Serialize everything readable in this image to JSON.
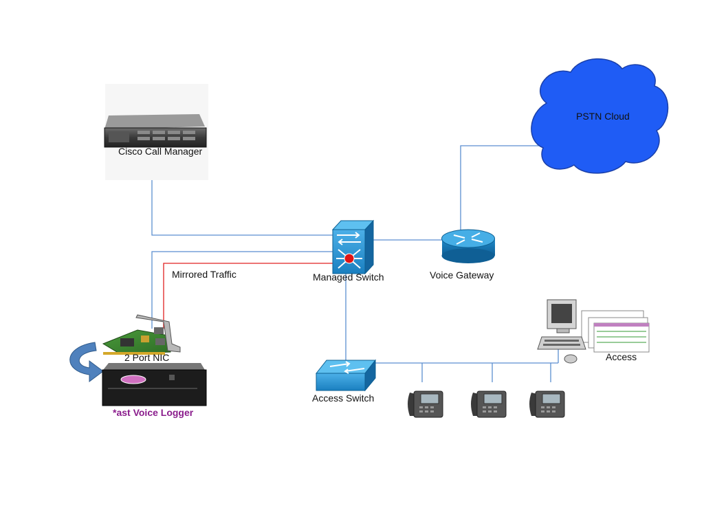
{
  "nodes": {
    "call_manager": {
      "label": "Cisco Call Manager",
      "icon": "rack-server-icon"
    },
    "pstn_cloud": {
      "label": "PSTN Cloud",
      "icon": "cloud-icon"
    },
    "managed_switch": {
      "label": "Managed Switch",
      "icon": "layer3-switch-icon"
    },
    "voice_gateway": {
      "label": "Voice Gateway",
      "icon": "router-icon"
    },
    "nic": {
      "label": "2 Port NIC",
      "icon": "network-card-icon"
    },
    "voice_logger": {
      "label": "*ast Voice Logger",
      "icon": "rack-server-icon"
    },
    "access_switch": {
      "label": "Access Switch",
      "icon": "switch-icon"
    },
    "access_workstation": {
      "label": "Access",
      "icon": "workstation-icon"
    },
    "ip_phones": [
      {
        "icon": "ip-phone-icon"
      },
      {
        "icon": "ip-phone-icon"
      },
      {
        "icon": "ip-phone-icon"
      }
    ]
  },
  "links": {
    "mirrored_traffic_label": "Mirrored Traffic"
  },
  "colors": {
    "link": "#5b8ed0",
    "mirrored_link": "#e02020",
    "cloud": "#1f5cf5",
    "device_blue": "#1a7fc0",
    "logger_label": "#8a1c8c"
  }
}
